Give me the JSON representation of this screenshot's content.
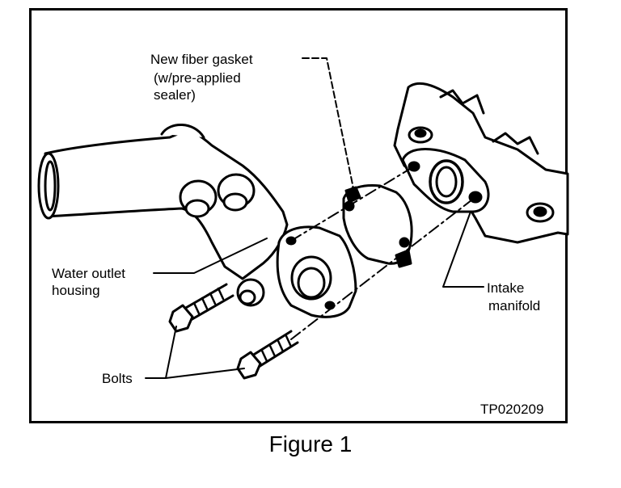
{
  "figure": {
    "caption": "Figure 1",
    "code": "TP020209"
  },
  "labels": {
    "gasket": {
      "line1": "New fiber gasket",
      "line2": "(w/pre-applied",
      "line3": "sealer)"
    },
    "housing": {
      "line1": "Water outlet",
      "line2": "housing"
    },
    "manifold": {
      "line1": "Intake",
      "line2": "manifold"
    },
    "bolts": "Bolts"
  }
}
